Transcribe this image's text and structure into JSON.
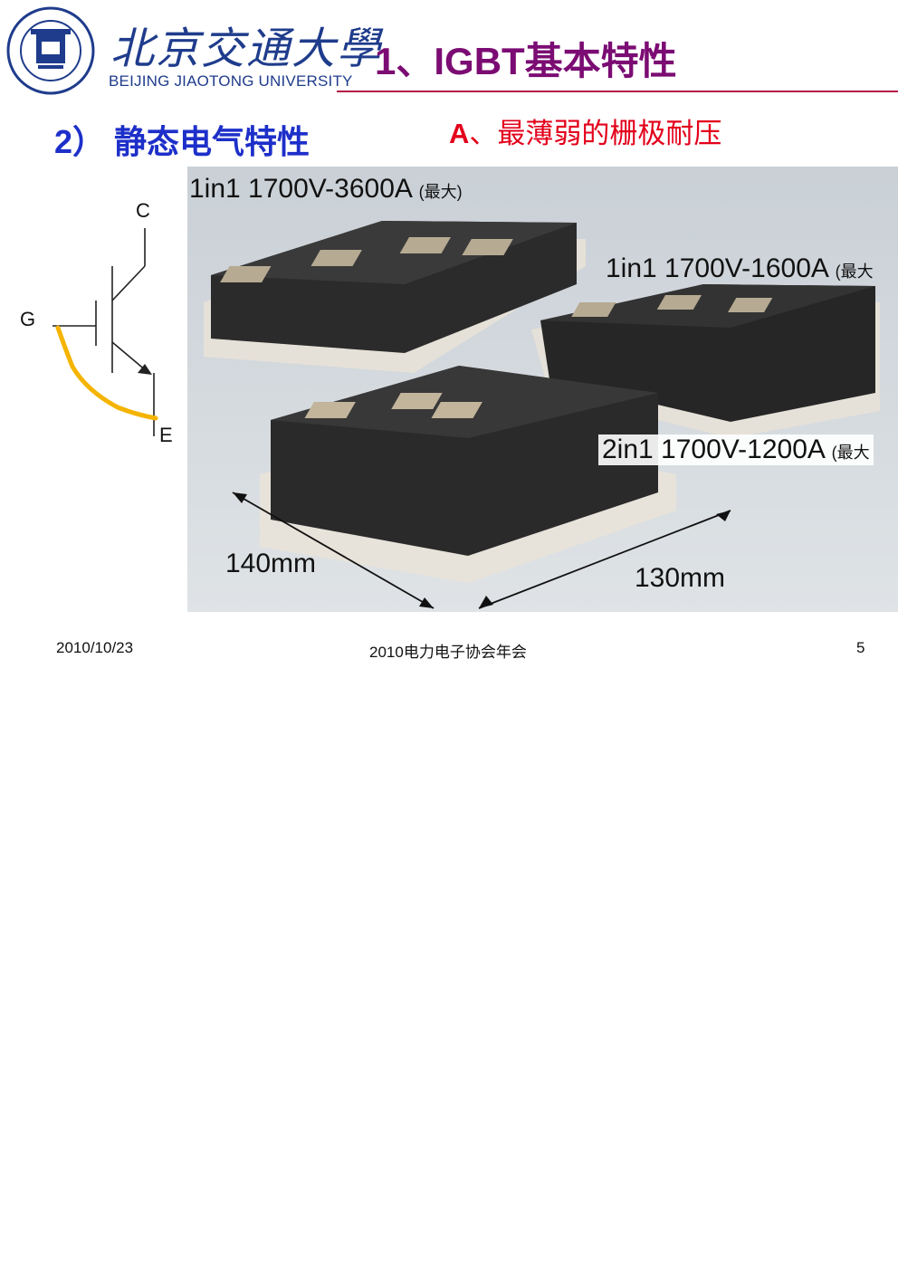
{
  "header": {
    "logo_cn": "北京交通大學",
    "logo_en": "BEIJING JIAOTONG UNIVERSITY",
    "title": "1、IGBT基本特性"
  },
  "section": {
    "heading": "2） 静态电气特性",
    "subheading_prefix": "A",
    "subheading_text": "、最薄弱的栅极耐压"
  },
  "circuit": {
    "terminal_c": "C",
    "terminal_g": "G",
    "terminal_e": "E",
    "highlight_color": "#f5b400"
  },
  "photo": {
    "module_1": {
      "label": "1in1 1700V-3600A",
      "note": "(最大)"
    },
    "module_2": {
      "label": "1in1 1700V-1600A",
      "note": "(最大"
    },
    "module_3": {
      "label": "2in1 1700V-1200A",
      "note": "(最大"
    },
    "dim_1": "140mm",
    "dim_2": "130mm"
  },
  "footer": {
    "date": "2010/10/23",
    "event": "2010电力电子协会年会",
    "page": "5"
  }
}
